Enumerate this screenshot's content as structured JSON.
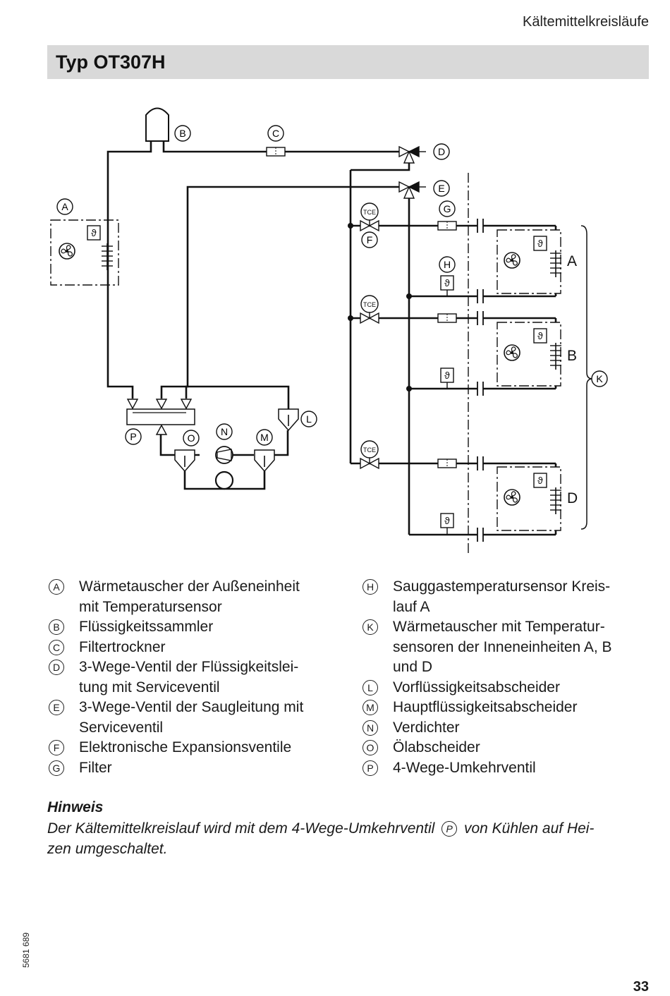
{
  "header": {
    "section": "Kältemittelkreisläufe"
  },
  "title": "Typ OT307H",
  "diagram": {
    "letters": [
      "A",
      "B",
      "C",
      "D",
      "E",
      "F",
      "G",
      "H",
      "K",
      "L",
      "M",
      "N",
      "O",
      "P"
    ],
    "valve_label": "TCE",
    "unit_labels": [
      "A",
      "B",
      "D"
    ]
  },
  "legend": {
    "left": [
      {
        "letter": "A",
        "lines": [
          "Wärmetauscher der Außeneinheit",
          "mit Temperatursensor"
        ]
      },
      {
        "letter": "B",
        "lines": [
          "Flüssigkeitssammler"
        ]
      },
      {
        "letter": "C",
        "lines": [
          "Filtertrockner"
        ]
      },
      {
        "letter": "D",
        "lines": [
          "3-Wege-Ventil der Flüssigkeitslei-",
          "tung mit Serviceventil"
        ]
      },
      {
        "letter": "E",
        "lines": [
          "3-Wege-Ventil der Saugleitung mit",
          "Serviceventil"
        ]
      },
      {
        "letter": "F",
        "lines": [
          "Elektronische Expansionsventile"
        ]
      },
      {
        "letter": "G",
        "lines": [
          "Filter"
        ]
      }
    ],
    "right": [
      {
        "letter": "H",
        "lines": [
          "Sauggastemperatursensor Kreis-",
          "lauf A"
        ]
      },
      {
        "letter": "K",
        "lines": [
          "Wärmetauscher mit Temperatur-",
          "sensoren der Inneneinheiten A, B",
          "und D"
        ]
      },
      {
        "letter": "L",
        "lines": [
          "Vorflüssigkeitsabscheider"
        ]
      },
      {
        "letter": "M",
        "lines": [
          "Hauptflüssigkeitsabscheider"
        ]
      },
      {
        "letter": "N",
        "lines": [
          "Verdichter"
        ]
      },
      {
        "letter": "O",
        "lines": [
          "Ölabscheider"
        ]
      },
      {
        "letter": "P",
        "lines": [
          "4-Wege-Umkehrventil"
        ]
      }
    ]
  },
  "note": {
    "title": "Hinweis",
    "text_before": "Der Kältemittelkreislauf wird mit dem 4-Wege-Umkehrventil",
    "ref_letter": "P",
    "text_after": "von Kühlen auf Hei-",
    "text_line2": "zen umgeschaltet."
  },
  "footer": {
    "doc_number": "5681 689",
    "page_number": "33"
  },
  "colors": {
    "title_bar": "#d9d9d9",
    "line": "#111111"
  }
}
